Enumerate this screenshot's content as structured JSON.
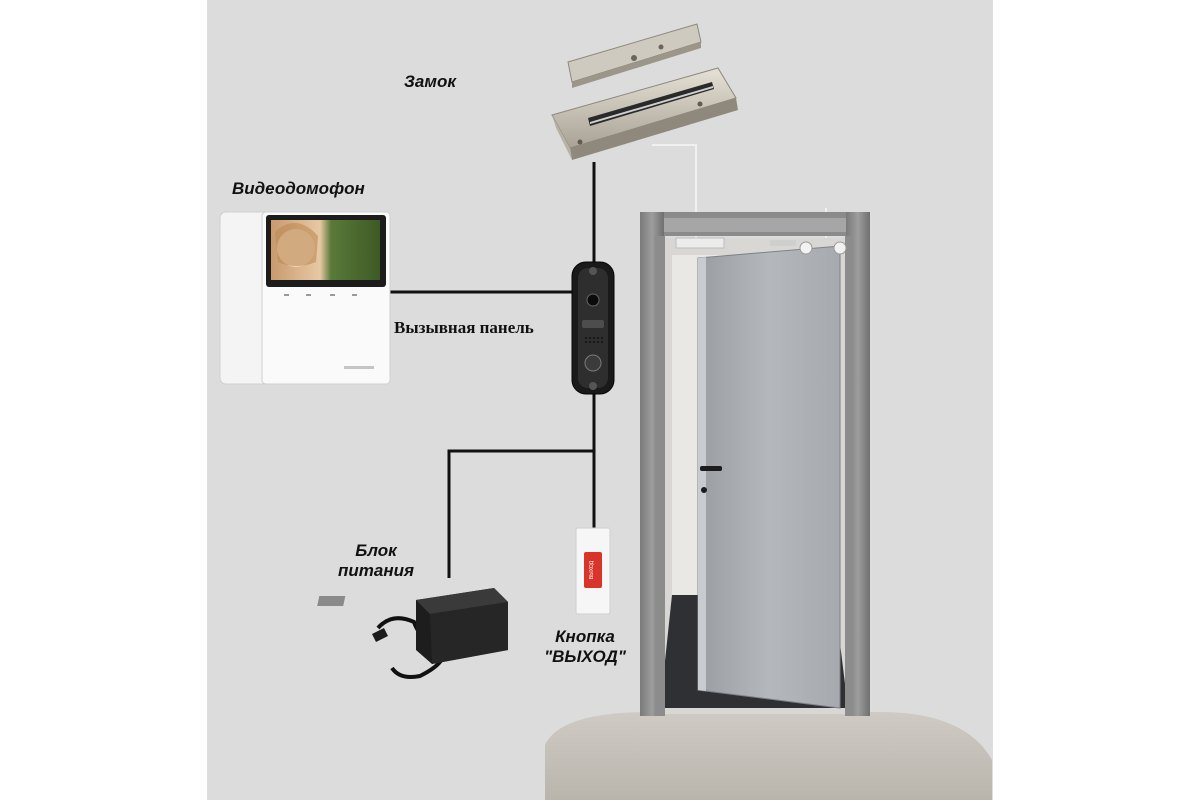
{
  "labels": {
    "lock": "Замок",
    "monitor": "Видеодомофон",
    "call_panel": "Вызывная панель",
    "power_supply_line1": "Блок",
    "power_supply_line2": "питания",
    "exit_button_line1": "Кнопка",
    "exit_button_line2": "\"ВЫХОД\""
  },
  "exit_button_text": "ВЫХОД"
}
